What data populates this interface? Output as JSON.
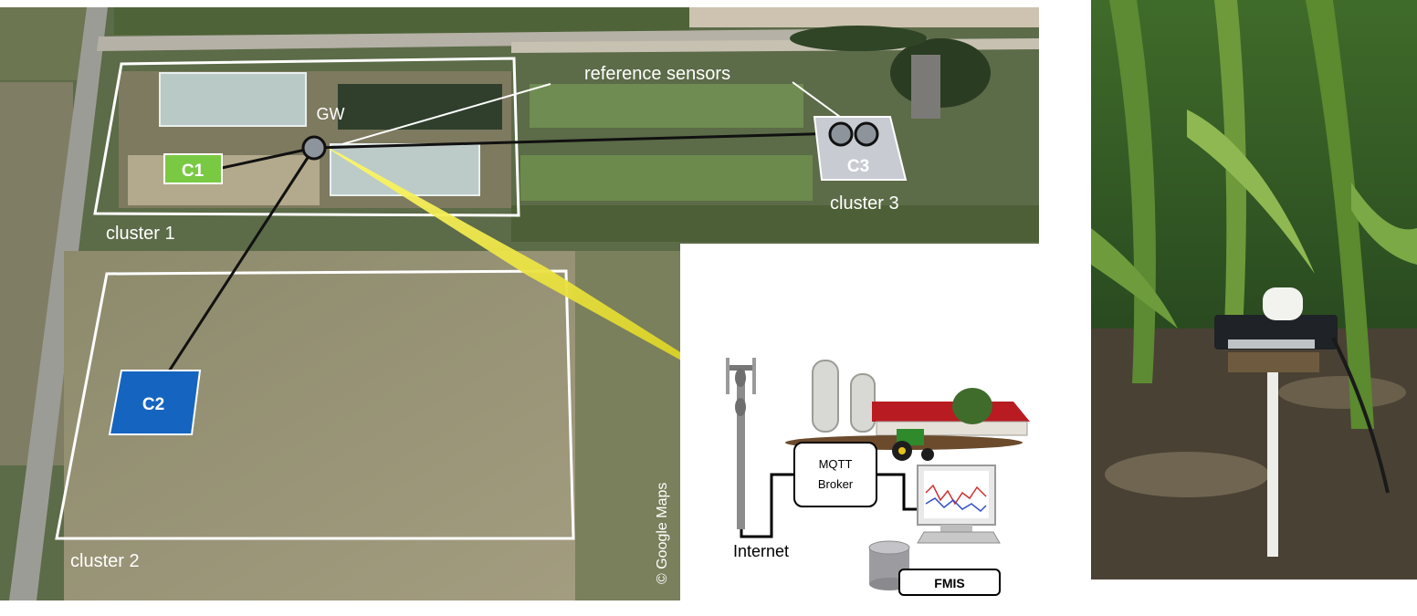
{
  "aerial": {
    "credit": "© Google Maps"
  },
  "clusters": [
    {
      "label": "cluster 1"
    },
    {
      "label": "cluster 2"
    },
    {
      "label": "cluster 3"
    }
  ],
  "nodes": {
    "gateway": "GW",
    "c1": "C1",
    "c2": "C2",
    "c3": "C3"
  },
  "annotations": {
    "reference_sensors": "reference sensors"
  },
  "backend": {
    "internet": "Internet",
    "broker_line1": "MQTT",
    "broker_line2": "Broker",
    "fmis": "FMIS"
  },
  "colors": {
    "c1_fill": "#7ac943",
    "c2_fill": "#1565c0",
    "c3_fill": "#c8ccd2",
    "link_line": "#111111",
    "radio_link": "#f2ef3a",
    "cluster_outline": "#ffffff",
    "roof_red": "#b81c22"
  }
}
